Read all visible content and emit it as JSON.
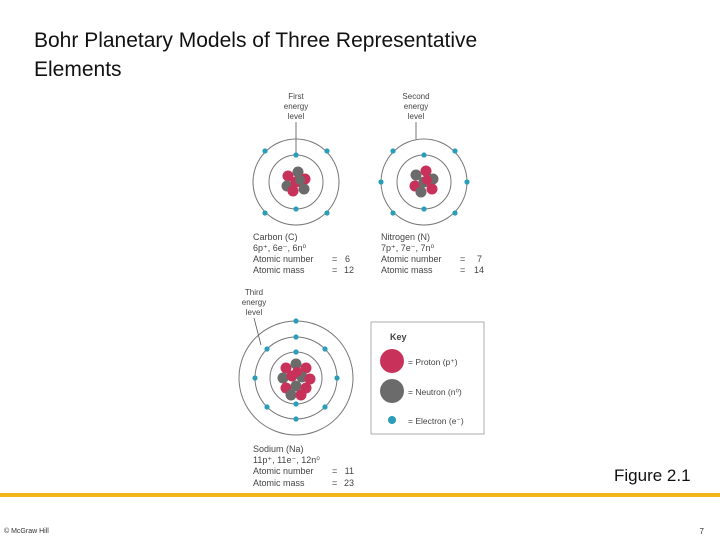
{
  "title_lines": [
    "Bohr Planetary Models of Three Representative",
    "Elements"
  ],
  "figure_label": "Figure 2.1",
  "footer": {
    "copyright": "© McGraw Hill",
    "page_number": "7"
  },
  "colors": {
    "proton": "#c8325a",
    "neutron": "#6b6b6b",
    "electron": "#2a9db8",
    "orbit": "#777777",
    "accent": "#f2b51c"
  },
  "atoms": {
    "carbon": {
      "level_label": [
        "First",
        "energy",
        "level"
      ],
      "name": "Carbon (C)",
      "composition": "6p⁺, 6e⁻, 6n⁰",
      "atomic_number_label": "Atomic number",
      "atomic_number": "6",
      "atomic_mass_label": "Atomic mass",
      "atomic_mass": "12"
    },
    "nitrogen": {
      "level_label": [
        "Second",
        "energy",
        "level"
      ],
      "name": "Nitrogen (N)",
      "composition": "7p⁺, 7e⁻, 7n⁰",
      "atomic_number_label": "Atomic number",
      "atomic_number": "7",
      "atomic_mass_label": "Atomic mass",
      "atomic_mass": "14"
    },
    "sodium": {
      "level_label": [
        "Third",
        "energy",
        "level"
      ],
      "name": "Sodium (Na)",
      "composition": "11p⁺, 11e⁻, 12n⁰",
      "atomic_number_label": "Atomic number",
      "atomic_number": "11",
      "atomic_mass_label": "Atomic mass",
      "atomic_mass": "23"
    }
  },
  "key": {
    "heading": "Key",
    "proton": "= Proton (p⁺)",
    "neutron": "= Neutron (n⁰)",
    "electron": "= Electron (e⁻)"
  }
}
